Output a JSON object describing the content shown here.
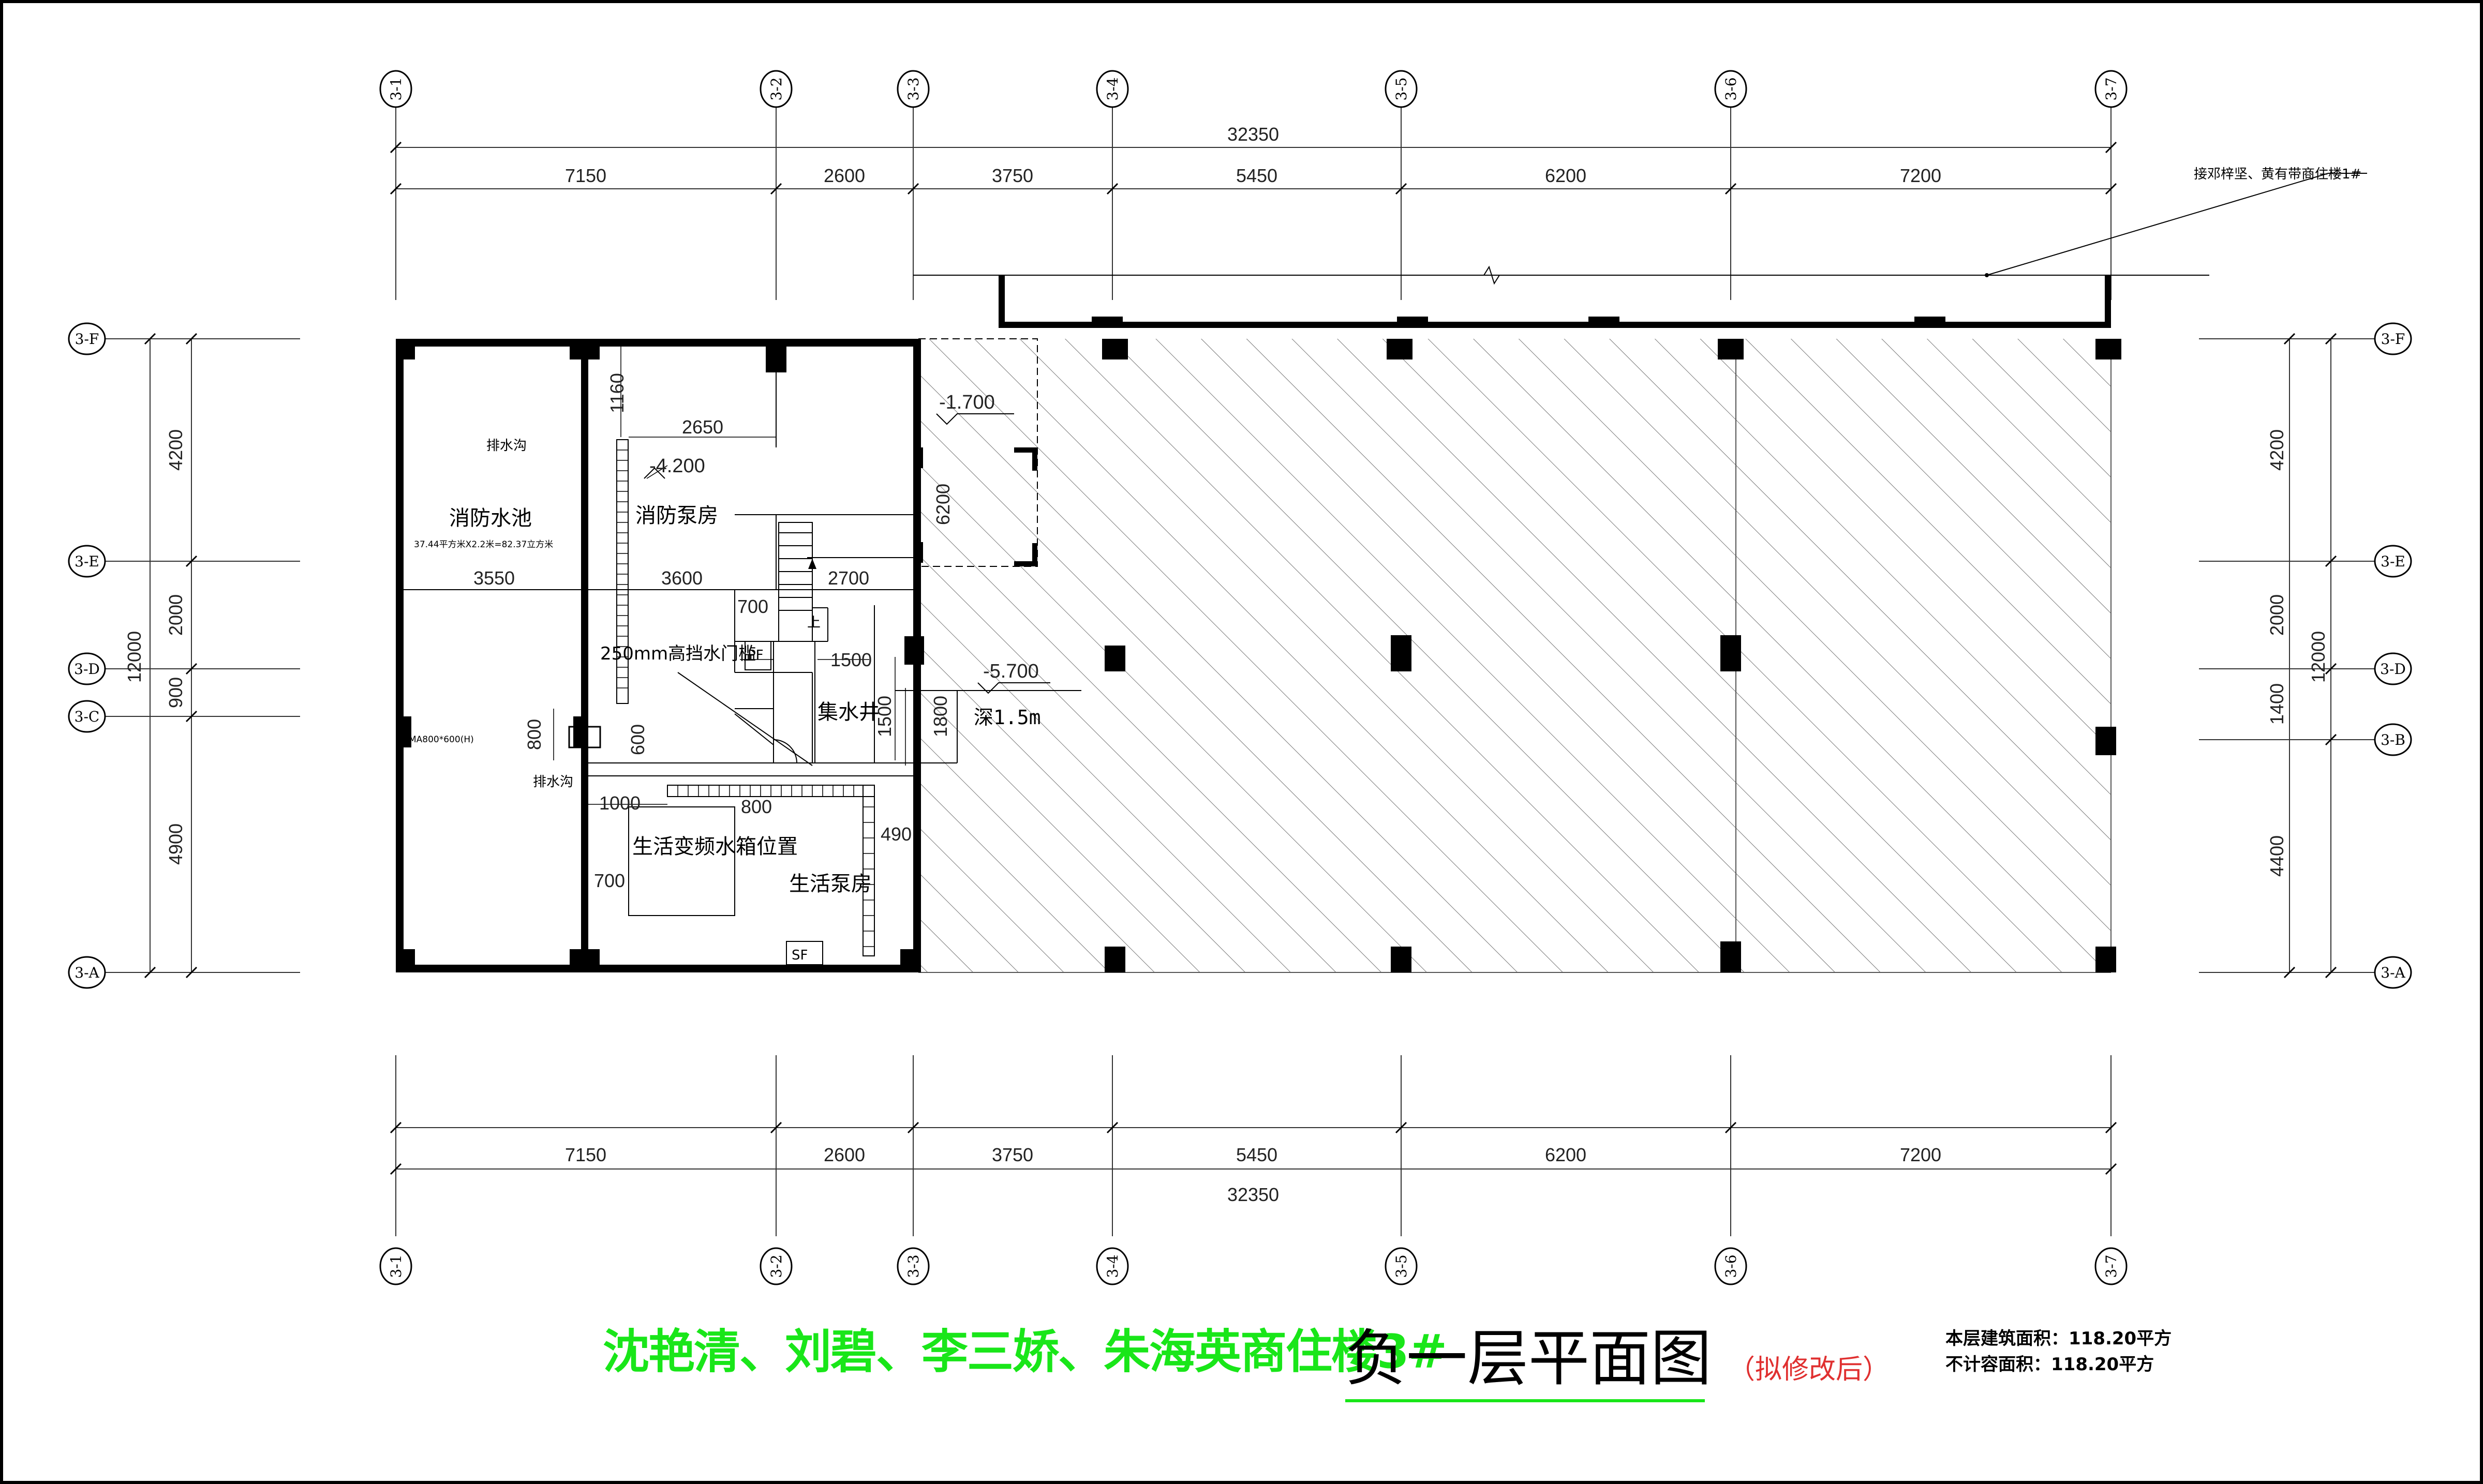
{
  "axes": {
    "top": [
      "3-1",
      "3-2",
      "3-3",
      "3-4",
      "3-5",
      "3-6",
      "3-7"
    ],
    "left": [
      "3-F",
      "3-E",
      "3-D",
      "3-C",
      "3-A"
    ],
    "right": [
      "3-F",
      "3-E",
      "3-D",
      "3-B",
      "3-A"
    ]
  },
  "dims": {
    "total": "32350",
    "spans": [
      "7150",
      "2600",
      "3750",
      "5450",
      "6200",
      "7200"
    ],
    "left_total": "12000",
    "left_spans": [
      "4200",
      "2000",
      "900",
      "4900"
    ],
    "right_total": "12000",
    "right_spans": [
      "4200",
      "2000",
      "1400",
      "4400"
    ]
  },
  "rooms": {
    "fire_pool": "消防水池",
    "fire_pool_note": "37.44平方米X2.2米=82.37立方米",
    "fire_pump": "消防泵房",
    "sump": "集水井",
    "tank": "生活变频水箱位置",
    "life_pump": "生活泵房",
    "drain1": "排水沟",
    "drain2": "排水沟",
    "door_sill": "250mm高挡水门槛",
    "up": "上",
    "pf": "PF",
    "sf": "SF",
    "opening": "MA800*600(H)",
    "depth": "深1.5m"
  },
  "levels": {
    "l1": "-1.700",
    "l2": "-4.200",
    "l3": "-5.700"
  },
  "inner_dims": {
    "d1160": "1160",
    "d2650": "2650",
    "d6200": "6200",
    "d3550": "3550",
    "d3600": "3600",
    "d2700": "2700",
    "d700a": "700",
    "d1500": "1500",
    "d1800": "1800",
    "d1500v": "1500",
    "d800a": "800",
    "d600": "600",
    "d1000": "1000",
    "d800b": "800",
    "d490": "490",
    "d700b": "700"
  },
  "annotation": "接邓梓坚、黄有带商住楼1#",
  "title": {
    "owners": "沈艳清、刘碧、李三娇、朱海英商住楼3#",
    "main": "负一层平面图",
    "sub": "（拟修改后）"
  },
  "area": {
    "building": "本层建筑面积：118.20平方",
    "excluded": "不计容面积：118.20平方"
  }
}
